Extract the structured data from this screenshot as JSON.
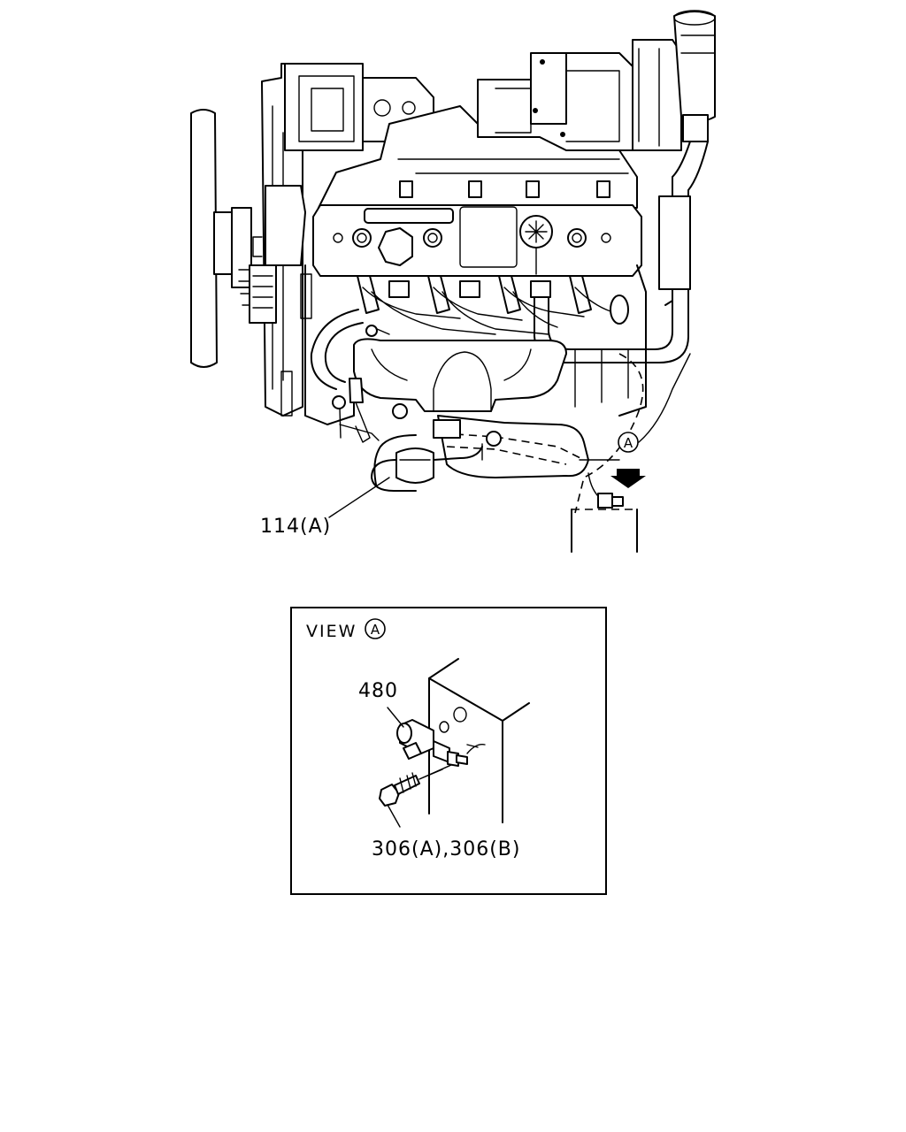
{
  "callouts": {
    "part_114": "114(A)",
    "part_480": "480",
    "part_306": "306(A),306(B)"
  },
  "view_box": {
    "title": "VIEW",
    "mark": "A"
  },
  "main_view": {
    "view_mark": "A"
  }
}
